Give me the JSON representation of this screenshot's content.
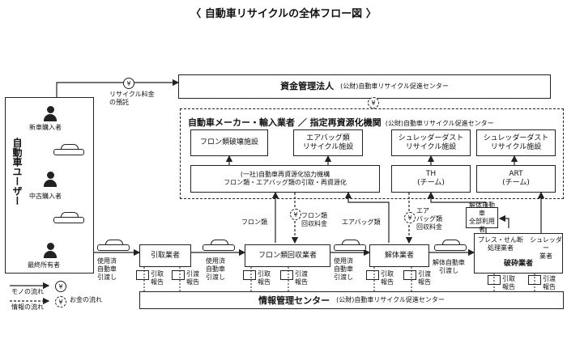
{
  "title": "〈 自動車リサイクルの全体フロー図 〉",
  "fund": {
    "name": "資金管理法人",
    "org": "(公財)自動車リサイクル促進センター"
  },
  "user": {
    "label": "自動車ユーザー",
    "new_buyer": "新車購入者",
    "used_buyer": "中古購入者",
    "final_owner": "最終所有者",
    "deposit_line1": "リサイクル料金",
    "deposit_line2": "の預託"
  },
  "maker": {
    "header": "自動車メーカー・輸入業者 ／ 指定再資源化機関",
    "org": "(公財)自動車リサイクル促進センター",
    "freon_facility": "フロン類破壊施設",
    "airbag_facility": [
      "エアバッグ類",
      "リサイクル施設"
    ],
    "shredder_facility_1": [
      "シュレッダーダスト",
      "リサイクル施設"
    ],
    "shredder_facility_2": [
      "シュレッダーダスト",
      "リサイクル施設"
    ],
    "council": [
      "(一社)自動車再資源化協力機構",
      "フロン類・エアバッグ類の引取・再資源化"
    ],
    "th": [
      "TH",
      "(チーム)"
    ],
    "art": [
      "ART",
      "(チーム)"
    ]
  },
  "flows": {
    "freon": "フロン類",
    "freon_fee": [
      "フロン類",
      "回収料金"
    ],
    "airbag": "エアバッグ類",
    "airbag_fee": [
      "エア",
      "バッグ類",
      "回収料金"
    ],
    "used_car_1": [
      "使用済",
      "自動車",
      "引渡し"
    ],
    "used_car_2": [
      "使用済",
      "自動車",
      "引渡し"
    ],
    "used_car_3": [
      "使用済",
      "自動車",
      "引渡し"
    ],
    "dismantled": [
      "解体自動車",
      "引渡し"
    ],
    "whole_use": [
      "解体自動車",
      "全部利用者"
    ]
  },
  "operators": {
    "collector": "引取業者",
    "freon_collector": "フロン類回収業者",
    "dismantler": "解体業者",
    "press": [
      "プレス・せん断",
      "処理業者"
    ],
    "shredder": [
      "シュレッダー",
      "業者"
    ],
    "crusher": "破砕業者"
  },
  "reports": {
    "pickup": [
      "引取",
      "報告"
    ],
    "delivery": [
      "引渡",
      "報告"
    ]
  },
  "info_center": {
    "name": "情報管理センター",
    "org": "(公財)自動車リサイクル促進センター"
  },
  "legend": {
    "goods": "モノの流れ",
    "money": "お金の流れ",
    "info": "情報の流れ",
    "yen": "¥"
  }
}
